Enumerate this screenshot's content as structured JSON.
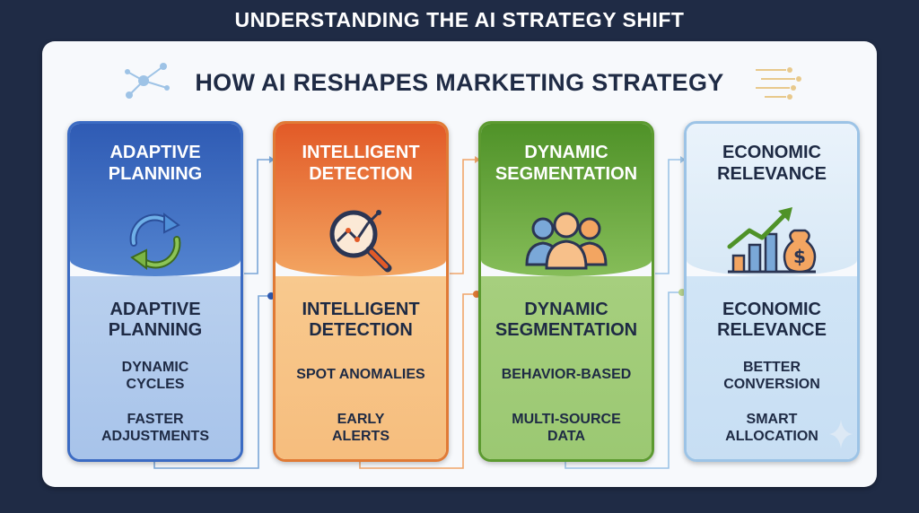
{
  "header": {
    "title": "UNDERSTANDING THE AI STRATEGY SHIFT"
  },
  "panel": {
    "title": "HOW AI RESHAPES MARKETING STRATEGY"
  },
  "cards": [
    {
      "head_title": "ADAPTIVE\nPLANNING",
      "icon": "refresh-cycle-icon",
      "foot_title": "ADAPTIVE\nPLANNING",
      "bullets": [
        "DYNAMIC\nCYCLES",
        "FASTER\nADJUSTMENTS"
      ],
      "color": "#2f5bb4"
    },
    {
      "head_title": "INTELLIGENT\nDETECTION",
      "icon": "magnifier-chart-icon",
      "foot_title": "INTELLIGENT\nDETECTION",
      "bullets": [
        "SPOT ANOMALIES",
        "EARLY\nALERTS"
      ],
      "color": "#e25a27"
    },
    {
      "head_title": "DYNAMIC\nSEGMENTATION",
      "icon": "people-group-icon",
      "foot_title": "DYNAMIC\nSEGMENTATION",
      "bullets": [
        "BEHAVIOR-BASED",
        "MULTI-SOURCE\nDATA"
      ],
      "color": "#4f9228"
    },
    {
      "head_title": "ECONOMIC\nRELEVANCE",
      "icon": "growth-money-bag-icon",
      "foot_title": "ECONOMIC\nRELEVANCE",
      "bullets": [
        "BETTER\nCONVERSION",
        "SMART\nALLOCATION"
      ],
      "color": "#9cc3e6"
    }
  ]
}
